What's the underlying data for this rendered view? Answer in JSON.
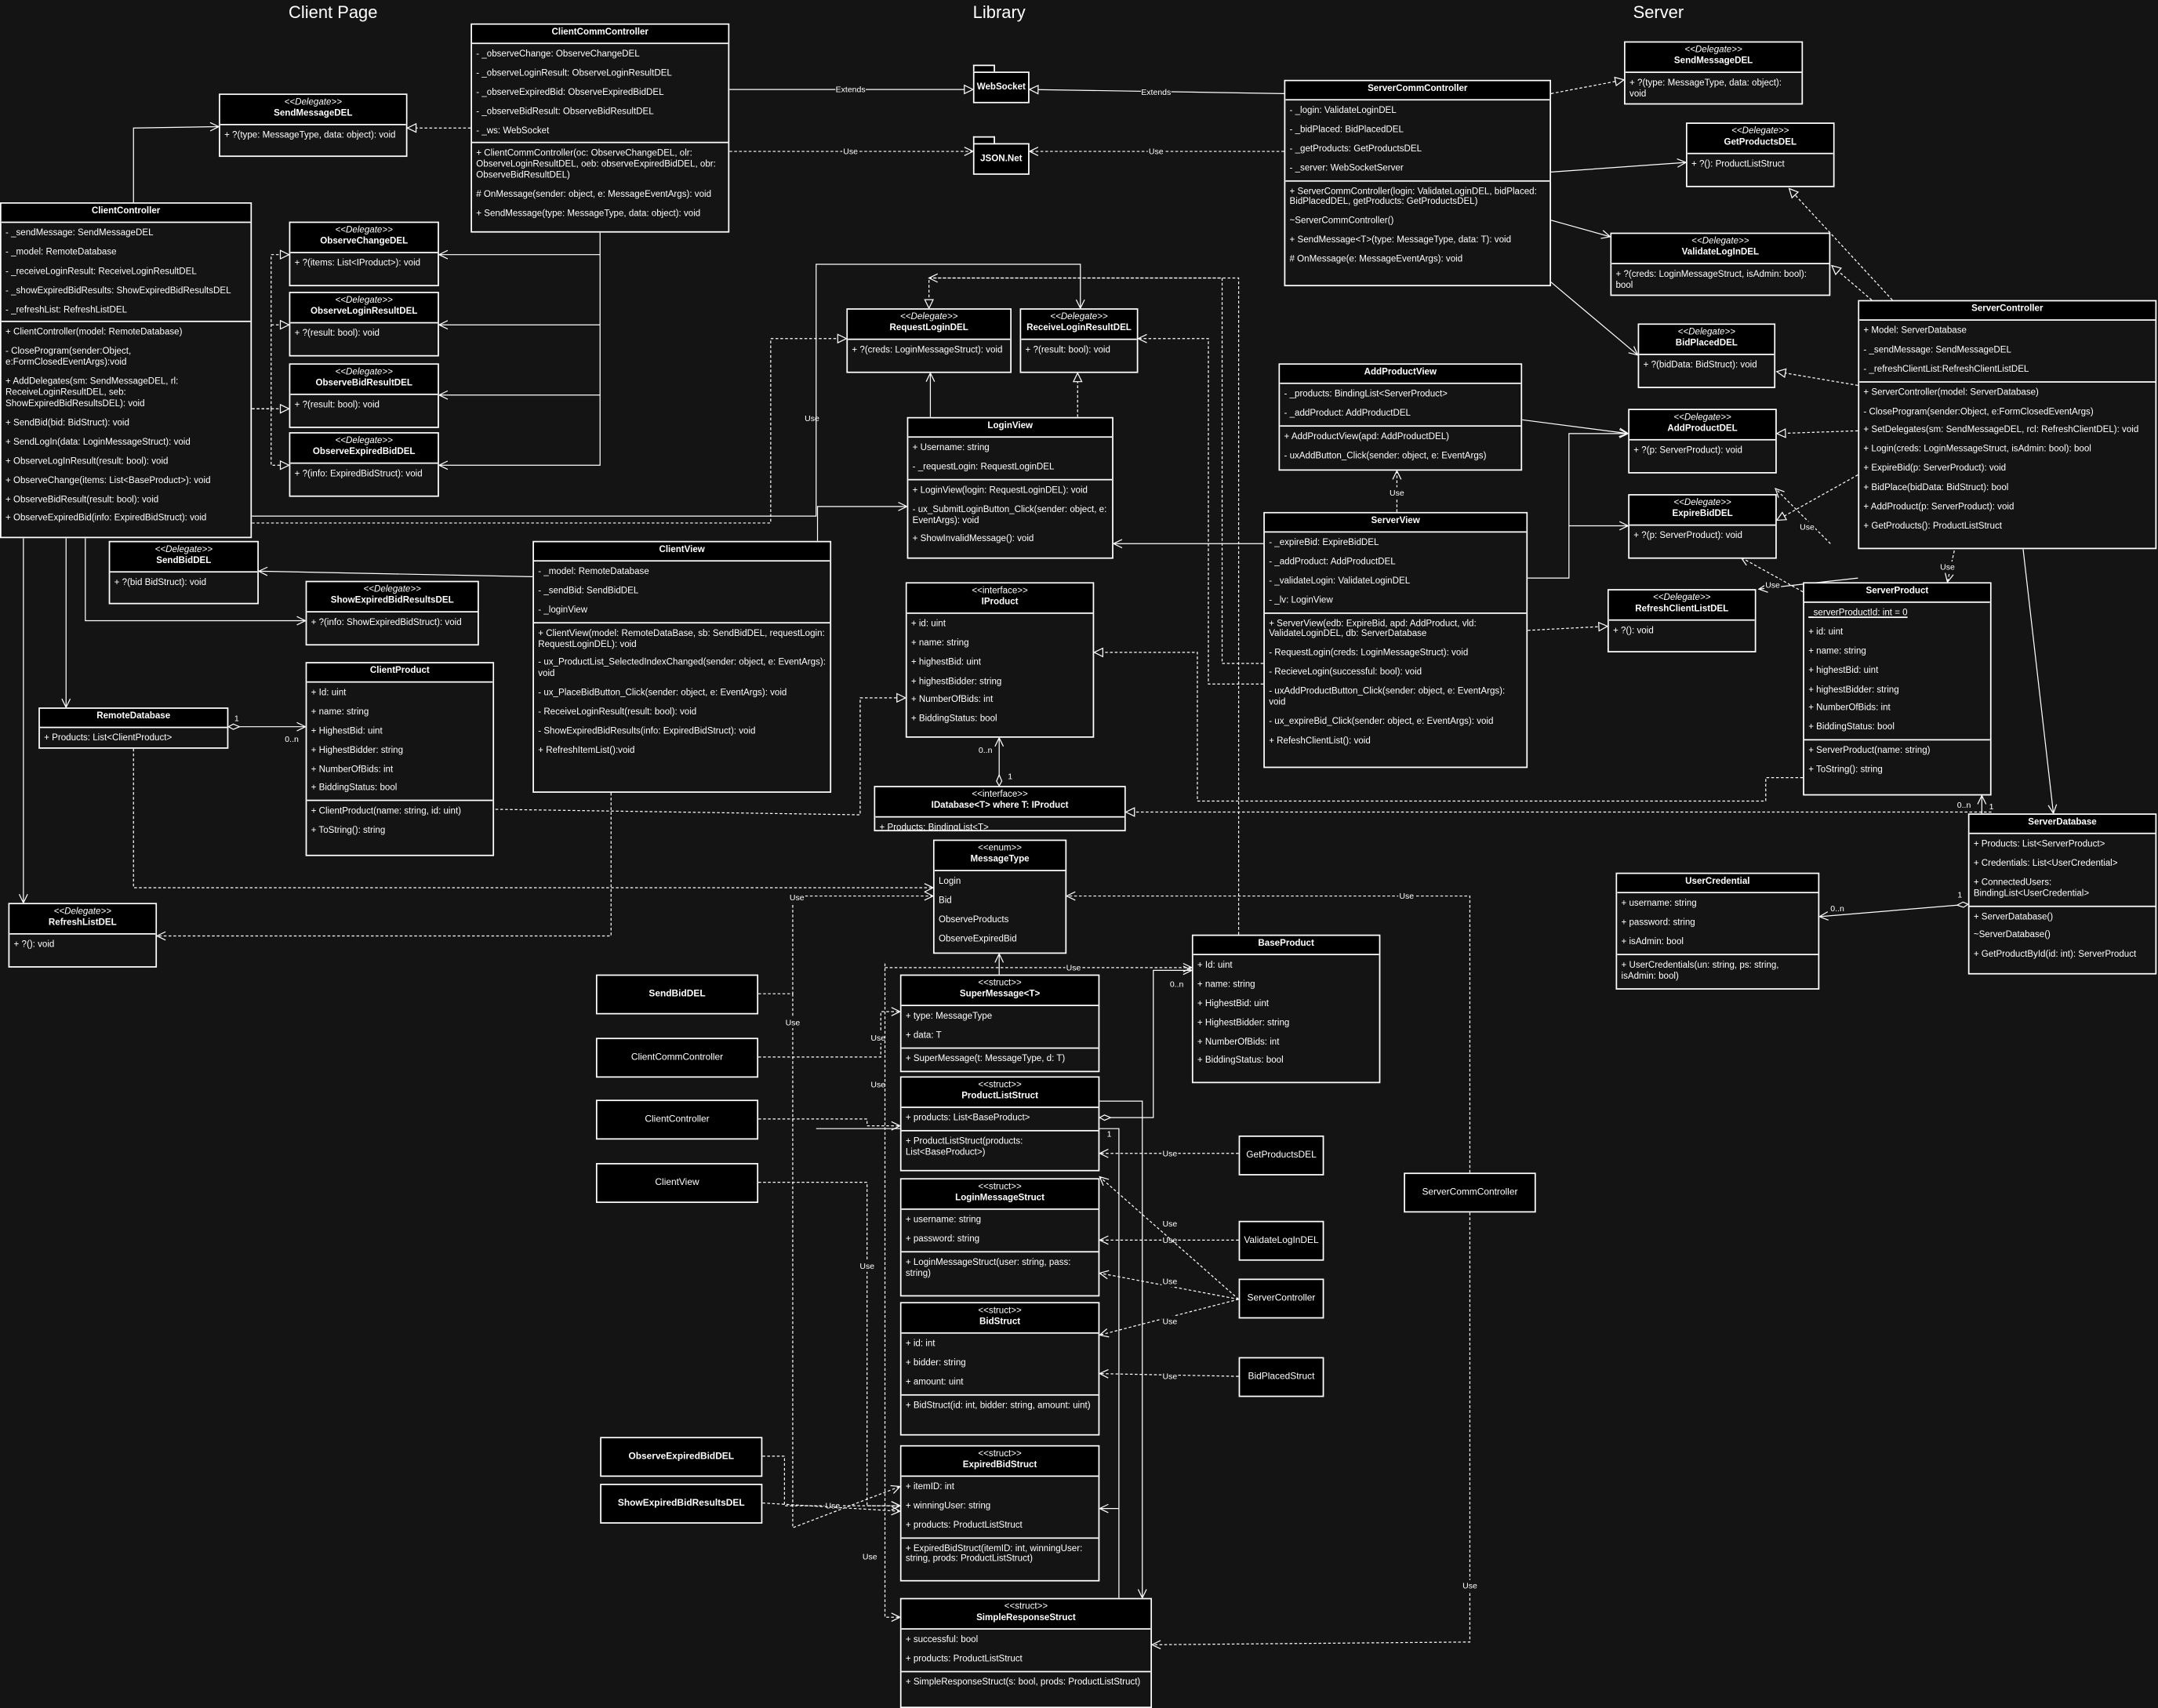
{
  "section_titles": [
    "Client Page",
    "Library",
    "Server"
  ],
  "packages": [
    {
      "name": "WebSocket"
    },
    {
      "name": "JSON.Net"
    }
  ],
  "classes": [
    {
      "name": "ClientCommController",
      "stereotype": "",
      "attributes": [
        "- _observeChange: ObserveChangeDEL",
        "- _observeLoginResult: ObserveLoginResultDEL",
        "- _observeExpiredBid: ObserveExpiredBidDEL",
        "- _observeBidResult: ObserveBidResultDEL",
        "- _ws: WebSocket"
      ],
      "methods": [
        "+ ClientCommController(oc: ObserveChangeDEL, olr: ObserveLoginResultDEL, oeb: observeExpiredBidDEL, obr: ObserveBidResultDEL)",
        "# OnMessage(sender: object, e: MessageEventArgs): void",
        "+ SendMessage(type: MessageType, data: object): void"
      ]
    },
    {
      "name": "SendMessageDEL",
      "stereotype": "<<Delegate>>",
      "attributes": [],
      "methods": [
        "+ ?(type: MessageType, data: object): void"
      ]
    },
    {
      "name": "ClientController",
      "stereotype": "",
      "attributes": [
        "- _sendMessage: SendMessageDEL",
        "- _model: RemoteDatabase",
        "- _receiveLoginResult: ReceiveLoginResultDEL",
        "- _showExpiredBidResults: ShowExpiredBidResultsDEL",
        "- _refreshList: RefreshListDEL"
      ],
      "methods": [
        "+ ClientController(model: RemoteDatabase)",
        "- CloseProgram(sender:Object, e:FormClosedEventArgs):void",
        "+ AddDelegates(sm: SendMessageDEL, rl: ReceiveLoginResultDEL, seb: ShowExpiredBidResultsDEL): void",
        "+ SendBid(bid: BidStruct): void",
        "+ SendLogIn(data: LoginMessageStruct): void",
        "+ ObserveLogInResult(result: bool): void",
        "+ ObserveChange(items: List<BaseProduct>): void",
        "+ ObserveBidResult(result: bool): void",
        "+ ObserveExpiredBid(info: ExpiredBidStruct): void"
      ]
    },
    {
      "name": "ObserveChangeDEL",
      "stereotype": "<<Delegate>>",
      "attributes": [],
      "methods": [
        "+ ?(items: List<IProduct>): void"
      ]
    },
    {
      "name": "ObserveLoginResultDEL",
      "stereotype": "<<Delegate>>",
      "attributes": [],
      "methods": [
        "+ ?(result: bool): void"
      ]
    },
    {
      "name": "ObserveBidResultDEL",
      "stereotype": "<<Delegate>>",
      "attributes": [],
      "methods": [
        "+ ?(result: bool): void"
      ]
    },
    {
      "name": "ObserveExpiredBidDEL",
      "stereotype": "<<Delegate>>",
      "attributes": [],
      "methods": [
        "+ ?(info: ExpiredBidStruct): void"
      ]
    },
    {
      "name": "ServerCommController",
      "stereotype": "",
      "attributes": [
        "- _login: ValidateLoginDEL",
        "- _bidPlaced: BidPlacedDEL",
        "- _getProducts: GetProductsDEL",
        "- _server: WebSocketServer"
      ],
      "methods": [
        "+ ServerCommController(login: ValidateLoginDEL, bidPlaced: BidPlacedDEL, getProducts: GetProductsDEL)",
        "~ServerCommController()",
        "+ SendMessage<T>(type: MessageType, data: T): void",
        "# OnMessage(e: MessageEventArgs): void"
      ]
    },
    {
      "name": "SendMessageDEL",
      "stereotype": "<<Delegate>>",
      "attributes": [],
      "methods": [
        "+ ?(type: MessageType, data: object): void"
      ]
    },
    {
      "name": "GetProductsDEL",
      "stereotype": "<<Delegate>>",
      "attributes": [],
      "methods": [
        "+ ?(): ProductListStruct"
      ]
    },
    {
      "name": "ValidateLogInDEL",
      "stereotype": "<<Delegate>>",
      "attributes": [],
      "methods": [
        "+ ?(creds: LoginMessageStruct, isAdmin: bool): bool"
      ]
    },
    {
      "name": "BidPlacedDEL",
      "stereotype": "<<Delegate>>",
      "attributes": [],
      "methods": [
        "+ ?(bidData: BidStruct): void"
      ]
    },
    {
      "name": "AddProductDEL",
      "stereotype": "<<Delegate>>",
      "attributes": [],
      "methods": [
        "+ ?(p: ServerProduct): void"
      ]
    },
    {
      "name": "ExpireBidDEL",
      "stereotype": "<<Delegate>>",
      "attributes": [],
      "methods": [
        "+ ?(p: ServerProduct): void"
      ]
    },
    {
      "name": "RefreshClientListDEL",
      "stereotype": "<<Delegate>>",
      "attributes": [],
      "methods": [
        "+ ?(): void"
      ]
    },
    {
      "name": "ServerController",
      "stereotype": "",
      "attributes": [
        "+ Model: ServerDatabase",
        "- _sendMessage: SendMessageDEL",
        "- _refreshClientList:RefreshClientListDEL"
      ],
      "methods": [
        "+ ServerController(model: ServerDatabase)",
        "- CloseProgram(sender:Object, e:FormClosedEventArgs)",
        "+ SetDelegates(sm: SendMessageDEL, rcl: RefreshClientDEL): void",
        "+ Login(creds: LoginMessageStruct, isAdmin: bool): bool",
        "+ ExpireBid(p: ServerProduct): void",
        "+ BidPlace(bidData: BidStruct): bool",
        "+ AddProduct(p: ServerProduct): void",
        "+ GetProducts(): ProductListStruct"
      ]
    },
    {
      "name": "AddProductView",
      "stereotype": "",
      "attributes": [
        "- _products: BindingList<ServerProduct>",
        "- _addProduct: AddProductDEL"
      ],
      "methods": [
        "+ AddProductView(apd: AddProductDEL)",
        "- uxAddButton_Click(sender: object, e: EventArgs)"
      ]
    },
    {
      "name": "ServerView",
      "stereotype": "",
      "attributes": [
        "- _expireBid: ExpireBidDEL",
        "- _addProduct: AddProductDEL",
        "- _validateLogin: ValidateLoginDEL",
        "- _lv: LoginView"
      ],
      "methods": [
        "+ ServerView(edb: ExpireBid, apd: AddProduct, vld: ValidateLoginDEL, db: ServerDatabase",
        "- RequestLogin(creds: LoginMessageStruct): void",
        "- RecieveLogin(successful: bool): void",
        "- uxAddProductButton_Click(sender: object, e: EventArgs): void",
        "- ux_expireBid_Click(sender: object, e: EventArgs): void",
        "+ RefeshClientList(): void"
      ]
    },
    {
      "name": "ServerProduct",
      "stereotype": "",
      "attributes": [
        "_serverProductId: int = 0",
        "+ id: uint",
        "+ name: string",
        "+ highestBid: uint",
        "+ highestBidder: string",
        "+ NumberOfBids: int",
        "+ BiddingStatus: bool"
      ],
      "methods": [
        "+ ServerProduct(name: string)",
        "+ ToString(): string"
      ]
    },
    {
      "name": "ServerDatabase",
      "stereotype": "",
      "attributes": [
        "+ Products: List<ServerProduct>",
        "+ Credentials: List<UserCredential>",
        "+ ConnectedUsers: BindingList<UserCredential>"
      ],
      "methods": [
        "+ ServerDatabase()",
        "~ServerDatabase()",
        "+ GetProductById(id: int): ServerProduct"
      ]
    },
    {
      "name": "UserCredential",
      "stereotype": "",
      "attributes": [
        "+ username: string",
        "+ password: string",
        "+ isAdmin: bool"
      ],
      "methods": [
        "+ UserCredentials(un: string, ps: string, isAdmin: bool)"
      ]
    },
    {
      "name": "RequestLoginDEL",
      "stereotype": "<<Delegate>>",
      "attributes": [],
      "methods": [
        "+ ?(creds: LoginMessageStruct): void"
      ]
    },
    {
      "name": "ReceiveLoginResultDEL",
      "stereotype": "<<Delegate>>",
      "attributes": [],
      "methods": [
        "+ ?(result: bool): void"
      ]
    },
    {
      "name": "LoginView",
      "stereotype": "",
      "attributes": [
        "+ Username: string",
        "- _requestLogin: RequestLoginDEL"
      ],
      "methods": [
        "+ LoginView(login: RequestLoginDEL): void",
        "- ux_SubmitLoginButton_Click(sender: object, e: EventArgs): void",
        "+ ShowInvalidMessage(): void"
      ]
    },
    {
      "name": "ClientView",
      "stereotype": "",
      "attributes": [
        "- _model: RemoteDatabase",
        "- _sendBid: SendBidDEL",
        "- _loginView"
      ],
      "methods": [
        "+ ClientView(model: RemoteDataBase, sb: SendBidDEL, requestLogin: RequestLoginDEL): void",
        "- ux_ProductList_SelectedIndexChanged(sender: object, e: EventArgs): void",
        "- ux_PlaceBidButton_Click(sender: object, e: EventArgs): void",
        "- ReceiveLoginResult(result: bool): void",
        "- ShowExpiredBidResults(info: ExpiredBidStruct): void",
        "+ RefreshItemList():void"
      ]
    },
    {
      "name": "SendBidDEL",
      "stereotype": "<<Delegate>>",
      "attributes": [],
      "methods": [
        "+ ?(bid BidStruct): void"
      ]
    },
    {
      "name": "ShowExpiredBidResultsDEL",
      "stereotype": "<<Delegate>>",
      "attributes": [],
      "methods": [
        "+ ?(info: ShowExpiredBidStruct): void"
      ]
    },
    {
      "name": "IProduct",
      "stereotype": "<<interface>>",
      "attributes": [
        "+ id: uint",
        "+ name: string",
        "+ highestBid: uint",
        "+ highestBidder: string",
        "+ NumberOfBids: int",
        "+ BiddingStatus: bool"
      ],
      "methods": []
    },
    {
      "name": "IDatabase<T> where T: IProduct",
      "stereotype": "<<interface>>",
      "attributes": [
        "+ Products: BindingList<T>"
      ],
      "methods": []
    },
    {
      "name": "RemoteDatabase",
      "stereotype": "",
      "attributes": [
        "+ Products: List<ClientProduct>"
      ],
      "methods": []
    },
    {
      "name": "ClientProduct",
      "stereotype": "",
      "attributes": [
        "+ Id: uint",
        "+ name: string",
        "+ HighestBid: uint",
        "+ HighestBidder: string",
        "+ NumberOfBids: int",
        "+ BiddingStatus: bool"
      ],
      "methods": [
        "+ ClientProduct(name: string, id: uint)",
        "+ ToString(): string"
      ]
    },
    {
      "name": "RefreshListDEL",
      "stereotype": "<<Delegate>>",
      "attributes": [],
      "methods": [
        "+ ?(): void"
      ]
    },
    {
      "name": "MessageType",
      "stereotype": "<<enum>>",
      "attributes": [
        "Login",
        "Bid",
        "ObserveProducts",
        "ObserveExpiredBid"
      ],
      "methods": []
    },
    {
      "name": "BaseProduct",
      "stereotype": "",
      "attributes": [
        "+ Id: uint",
        "+ name: string",
        "+ HighestBid: uint",
        "+ HighestBidder: string",
        "+ NumberOfBids: int",
        "+ BiddingStatus: bool"
      ],
      "methods": []
    },
    {
      "name": "SuperMessage<T>",
      "stereotype": "<<struct>>",
      "attributes": [
        "+ type: MessageType",
        "+ data: T"
      ],
      "methods": [
        "+ SuperMessage(t: MessageType, d: T)"
      ]
    },
    {
      "name": "ProductListStruct",
      "stereotype": "<<struct>>",
      "attributes": [
        "+ products: List<BaseProduct>"
      ],
      "methods": [
        "+ ProductListStruct(products: List<BaseProduct>)"
      ]
    },
    {
      "name": "LoginMessageStruct",
      "stereotype": "<<struct>>",
      "attributes": [
        "+ username: string",
        "+ password: string"
      ],
      "methods": [
        "+ LoginMessageStruct(user: string, pass: string)"
      ]
    },
    {
      "name": "BidStruct",
      "stereotype": "<<struct>>",
      "attributes": [
        "+ id: int",
        "+ bidder: string",
        "+ amount: uint"
      ],
      "methods": [
        "+ BidStruct(id: int, bidder: string, amount: uint)"
      ]
    },
    {
      "name": "ExpiredBidStruct",
      "stereotype": "<<struct>>",
      "attributes": [
        "+ itemID: int",
        "+ winningUser: string",
        "+ products: ProductListStruct"
      ],
      "methods": [
        "+ ExpiredBidStruct(itemID: int, winningUser: string, prods: ProductListStruct)"
      ]
    },
    {
      "name": "SimpleResponseStruct",
      "stereotype": "<<struct>>",
      "attributes": [
        "+ successful: bool",
        "+ products: ProductListStruct"
      ],
      "methods": [
        "+ SimpleResponseStruct(s: bool, prods: ProductListStruct)"
      ]
    }
  ],
  "references": [
    {
      "name": "SendBidDEL",
      "bold": true
    },
    {
      "name": "ClientCommController",
      "bold": false
    },
    {
      "name": "ClientController",
      "bold": false
    },
    {
      "name": "ClientView",
      "bold": false
    },
    {
      "name": "ObserveExpiredBidDEL",
      "bold": true
    },
    {
      "name": "ShowExpiredBidResultsDEL",
      "bold": true
    },
    {
      "name": "GetProductsDEL",
      "bold": false
    },
    {
      "name": "ValidateLogInDEL",
      "bold": false
    },
    {
      "name": "ServerController",
      "bold": false
    },
    {
      "name": "BidPlacedStruct",
      "bold": false
    },
    {
      "name": "ServerCommController",
      "bold": false
    }
  ],
  "connector_labels": {
    "extends": "Extends",
    "use": "Use",
    "many": "0..n",
    "one": "1"
  }
}
